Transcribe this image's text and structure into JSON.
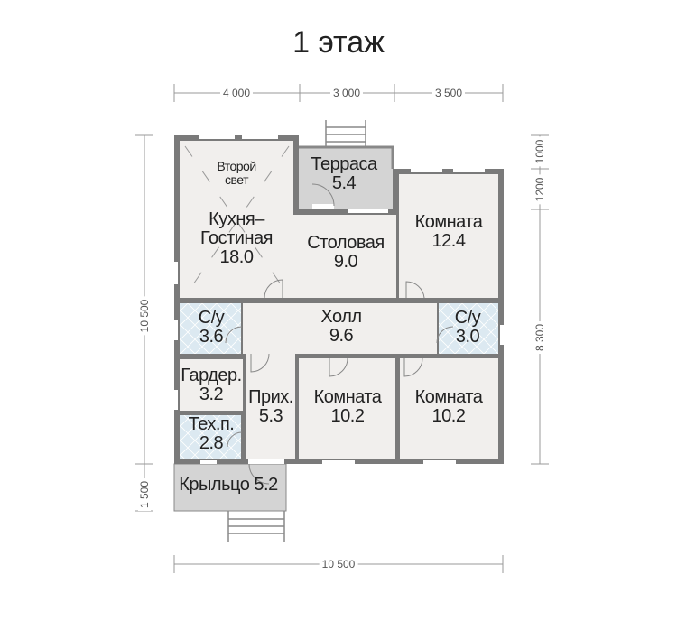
{
  "title": "1 этаж",
  "colors": {
    "wall": "#7a7a7a",
    "room": "#f1efed",
    "wet": "#dce9f1",
    "outdoor": "#d4d4d4"
  },
  "dimensions": {
    "top": [
      "4 000",
      "3 000",
      "3 500"
    ],
    "bottom": "10 500",
    "left": [
      "10 500",
      "1 500"
    ],
    "right": [
      "1000",
      "1200",
      "8 300"
    ]
  },
  "rooms": {
    "second_light": "Второй свет",
    "kitchen": {
      "name": "Кухня–Гостиная",
      "area": "18.0"
    },
    "terrace": {
      "name": "Терраса",
      "area": "5.4"
    },
    "dining": {
      "name": "Столовая",
      "area": "9.0"
    },
    "room1": {
      "name": "Комната",
      "area": "12.4"
    },
    "bath_left": {
      "name": "С/у",
      "area": "3.6"
    },
    "hall": {
      "name": "Холл",
      "area": "9.6"
    },
    "bath_right": {
      "name": "С/у",
      "area": "3.0"
    },
    "wardrobe": {
      "name": "Гардер.",
      "area": "3.2"
    },
    "entry": {
      "name": "Прих.",
      "area": "5.3"
    },
    "room2": {
      "name": "Комната",
      "area": "10.2"
    },
    "room3": {
      "name": "Комната",
      "area": "10.2"
    },
    "tech": {
      "name": "Тех.п.",
      "area": "2.8"
    },
    "porch": {
      "name": "Крыльцо",
      "area": "5.2"
    }
  }
}
